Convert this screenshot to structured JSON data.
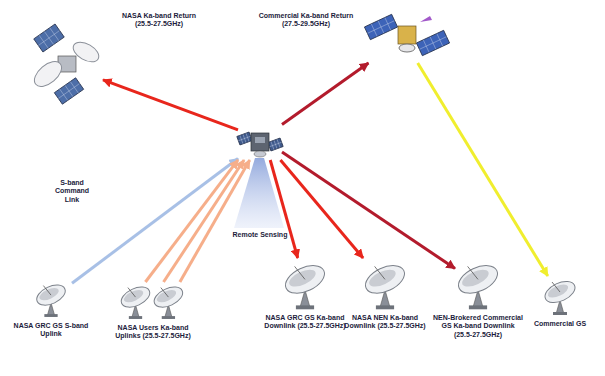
{
  "diagram": {
    "nodes": [
      {
        "text": [
          "NASA Ka-band Return (25.5-27.5GHz)"
        ]
      },
      {
        "text": [
          "Commercial Ka-band Return (27.5-29.5GHz)"
        ]
      },
      {
        "text": [
          "Remote Sensing"
        ]
      },
      {
        "text": [
          "NASA GRC GS S-band Uplink"
        ]
      },
      {
        "text": [
          "NASA Users Ka-band Uplinks (25.5-27.5GHz)"
        ]
      },
      {
        "text": [
          "NASA GRC GS Ka-band Downlink (25.5-27.5GHz)"
        ]
      },
      {
        "text": [
          "NASA NEN Ka-band Downlink (25.5-27.5GHz)"
        ]
      },
      {
        "text": [
          "NEN-Brokered Commercial GS Ka-band Downlink (25.5-27.5GHz)"
        ]
      },
      {
        "text": [
          "Commercial GS"
        ]
      }
    ],
    "edges": [
      {
        "from": 2,
        "to": 0,
        "arrow": "to"
      },
      {
        "from": 2,
        "to": 1,
        "arrow": "to"
      },
      {
        "from": 3,
        "to": 2,
        "label": "S-band Command Link",
        "arrow": "to"
      },
      {
        "from": 4,
        "to": 2,
        "arrow": "to"
      },
      {
        "from": 4,
        "to": 2,
        "arrow": "to"
      },
      {
        "from": 4,
        "to": 2,
        "arrow": "to"
      },
      {
        "from": 2,
        "to": 5,
        "arrow": "to"
      },
      {
        "from": 2,
        "to": 6,
        "arrow": "to"
      },
      {
        "from": 2,
        "to": 7,
        "arrow": "to"
      },
      {
        "from": 1,
        "to": 8,
        "arrow": "to"
      }
    ]
  }
}
